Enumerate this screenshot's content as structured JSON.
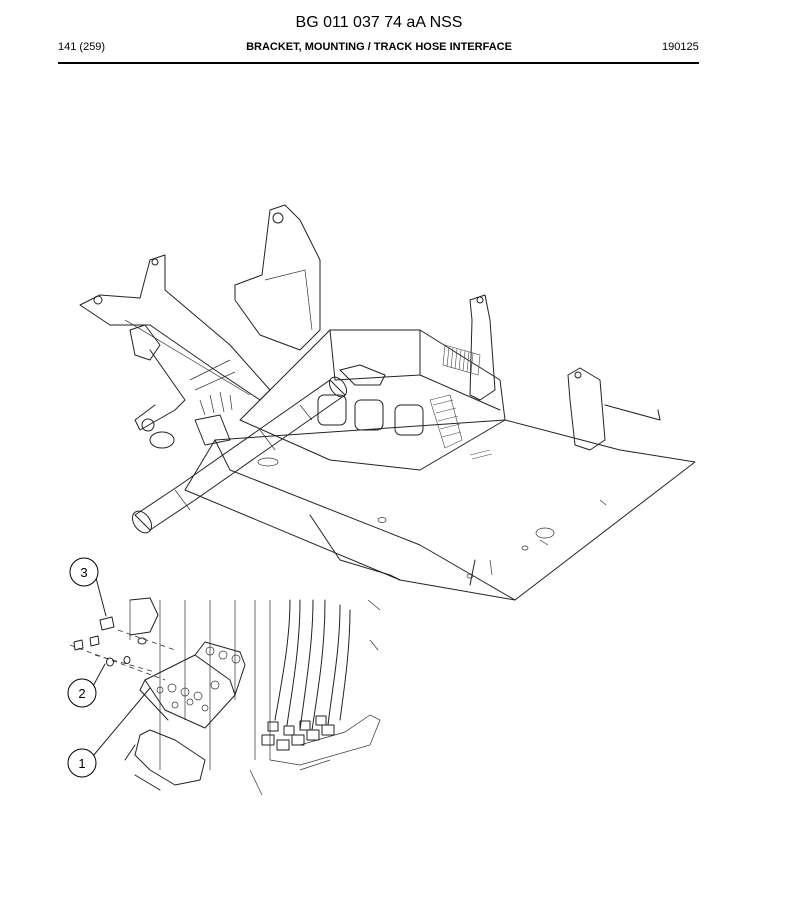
{
  "header": {
    "doc_code": "BG 011 037 74 aA NSS",
    "page_number": "141 (259)",
    "title": "BRACKET, MOUNTING / TRACK HOSE INTERFACE",
    "date_code": "190125"
  },
  "callouts": [
    {
      "label": "3"
    },
    {
      "label": "2"
    },
    {
      "label": "1"
    }
  ]
}
